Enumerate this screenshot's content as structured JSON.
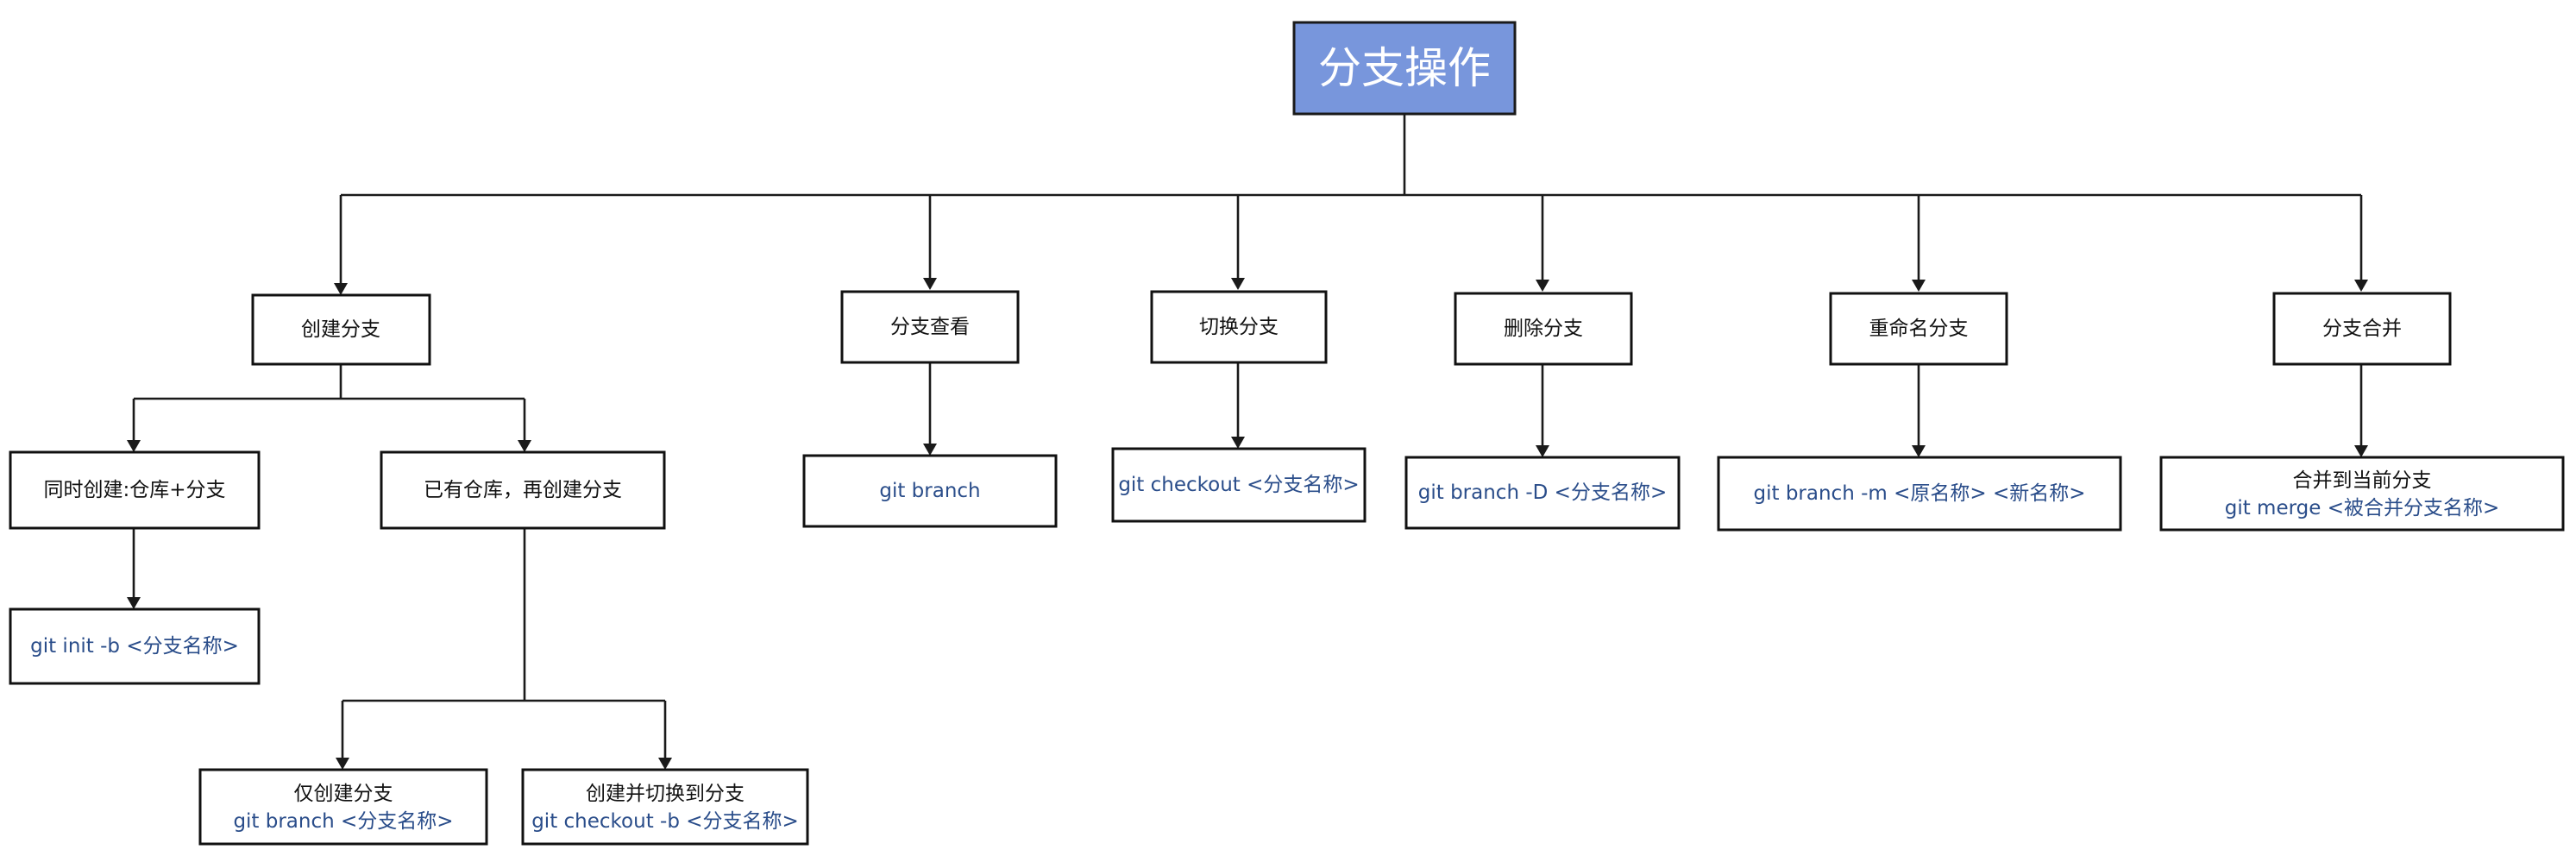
{
  "root": {
    "label": "分支操作"
  },
  "create": {
    "label": "创建分支",
    "both": {
      "label": "同时创建:仓库+分支",
      "cmd": "git init -b <分支名称>"
    },
    "existing": {
      "label": "已有仓库，再创建分支",
      "only": {
        "label": "仅创建分支",
        "cmd": "git branch <分支名称>"
      },
      "switch": {
        "label": "创建并切换到分支",
        "cmd": "git checkout -b <分支名称>"
      }
    }
  },
  "view": {
    "label": "分支查看",
    "cmd": "git branch"
  },
  "checkout": {
    "label": "切换分支",
    "cmd": "git checkout <分支名称>"
  },
  "delete": {
    "label": "删除分支",
    "cmd": "git branch -D <分支名称>"
  },
  "rename": {
    "label": "重命名分支",
    "cmd": "git branch -m <原名称> <新名称>"
  },
  "merge": {
    "label": "分支合并",
    "desc": "合并到当前分支",
    "cmd": "git merge <被合并分支名称>"
  },
  "colors": {
    "root_fill": "#7896dc",
    "command_text": "#2a4d8a",
    "line": "#1a1a1a"
  }
}
